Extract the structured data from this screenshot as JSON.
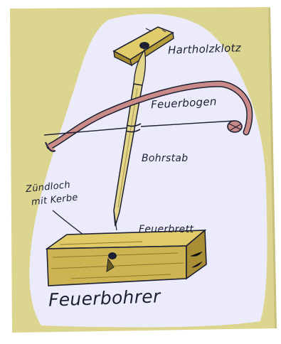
{
  "labels": {
    "hartholzklotz": "Hartholzklotz",
    "feuerbogen": "Feuerbogen",
    "bohrstab": "Bohrstab",
    "zuendloch_line1": "Zündloch",
    "zuendloch_line2": "mit Kerbe",
    "feuerbrett": "Feuerbrett",
    "title": "Feuerbohrer"
  },
  "colors": {
    "card": "#dcd590",
    "oval": "#ecebfb",
    "ink": "#1d2033",
    "wood": "#d6c05a",
    "bow": "#c98a88",
    "block": "#c9ad4a"
  }
}
